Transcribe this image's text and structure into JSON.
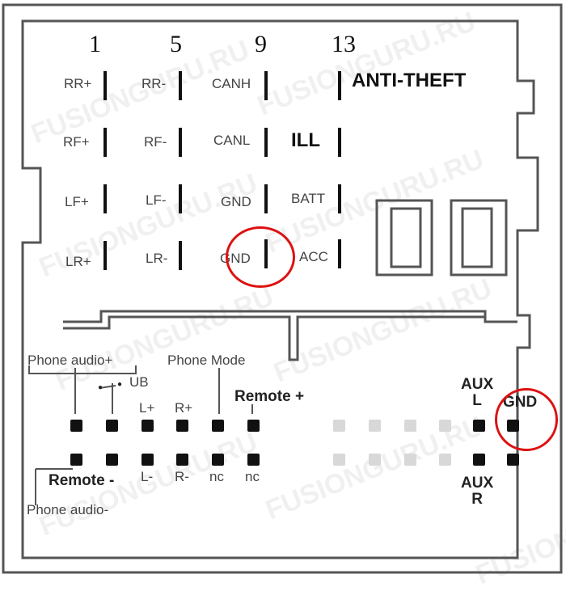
{
  "pin_numbers": [
    "1",
    "5",
    "9",
    "13"
  ],
  "top_labels": {
    "rr_plus": "RR+",
    "rr_minus": "RR-",
    "canh": "CANH",
    "anti_theft": "ANTI-THEFT",
    "rf_plus": "RF+",
    "rf_minus": "RF-",
    "canl": "CANL",
    "ill": "ILL",
    "lf_plus": "LF+",
    "lf_minus": "LF-",
    "gnd1": "GND",
    "batt": "BATT",
    "lr_plus": "LR+",
    "lr_minus": "LR-",
    "gnd2": "GND",
    "acc": "ACC"
  },
  "bottom_labels": {
    "phone_audio_plus": "Phone audio+",
    "ub": "UB",
    "phone_mode": "Phone Mode",
    "l_plus": "L+",
    "r_plus": "R+",
    "remote_plus": "Remote +",
    "remote_minus": "Remote -",
    "phone_audio_minus": "Phone audio-",
    "l_minus": "L-",
    "r_minus": "R-",
    "nc1": "nc",
    "nc2": "nc",
    "aux_l": "AUX\nL",
    "gnd_aux": "GND",
    "aux_r": "AUX\nR"
  },
  "watermark": "FUSIONGURU.RU",
  "colors": {
    "line": "#111111",
    "highlight": "#dd1111",
    "outline": "#555555"
  }
}
